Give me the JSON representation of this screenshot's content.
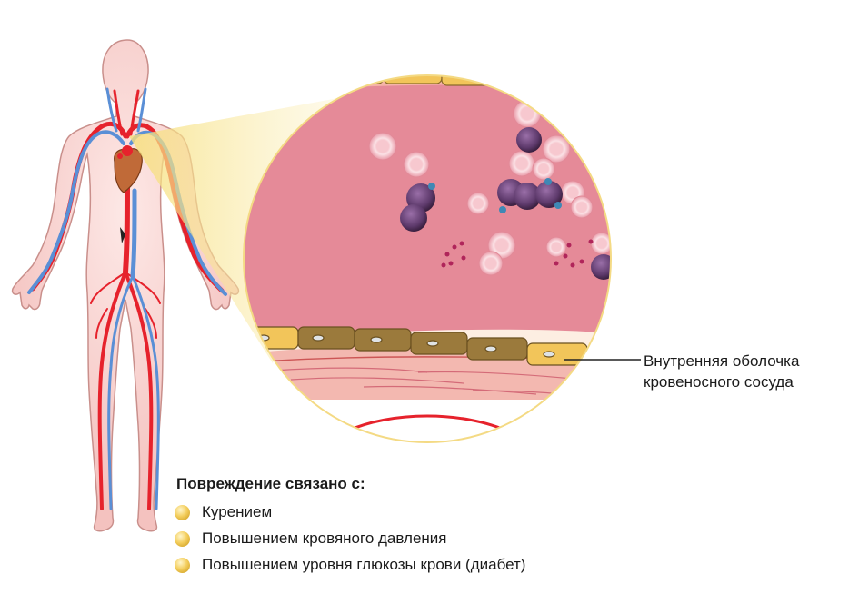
{
  "callout": {
    "label_line1": "Внутренняя оболочка",
    "label_line2": "кровеносного сосуда"
  },
  "panel": {
    "title": "Повреждение связано с:",
    "factors": [
      "Курением",
      "Повышением кровяного давления",
      "Повышением уровня глюкозы крови (диабет)"
    ]
  },
  "colors": {
    "skin": "#f6c9c6",
    "skin_outline": "#b8807c",
    "artery": "#e6222c",
    "vein": "#5a8fd6",
    "heart": "#c06a38",
    "lumen": "#e58a98",
    "endothelium_healthy": "#f2c55a",
    "endothelium_damaged": "#9b7a3c",
    "magnifier_glow": "#f6df79",
    "bullet": "#f4cf5f"
  },
  "icons": [
    "bullet-icon"
  ]
}
